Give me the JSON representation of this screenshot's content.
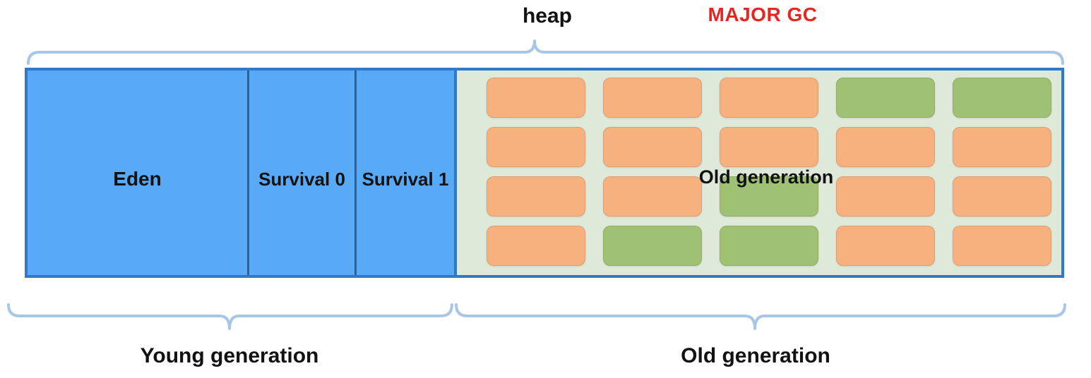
{
  "header": {
    "heap_label": "heap",
    "major_gc_label": "MAJOR GC"
  },
  "heap": {
    "young_regions": [
      {
        "name": "Eden"
      },
      {
        "name": "Survival 0"
      },
      {
        "name": "Survival 1"
      }
    ],
    "old_region_overlay_label": "Old generation"
  },
  "footer": {
    "young_label": "Young generation",
    "old_label": "Old generation"
  },
  "old_generation_blocks": {
    "rows": 4,
    "cols": 5,
    "cells": [
      "orange",
      "orange",
      "orange",
      "green",
      "green",
      "orange",
      "orange",
      "orange",
      "orange",
      "orange",
      "orange",
      "orange",
      "green",
      "orange",
      "orange",
      "orange",
      "green",
      "green",
      "orange",
      "orange"
    ]
  },
  "colors": {
    "young-blue": "#58aaf6",
    "box-border": "#2f79c9",
    "divider": "#27639f",
    "old-bg": "#dfe9da",
    "block-orange": "#f6b17e",
    "block-green": "#9fc173",
    "brace": "#a8c6e6",
    "major-gc-red": "#e8251f",
    "label-text": "#121212"
  }
}
